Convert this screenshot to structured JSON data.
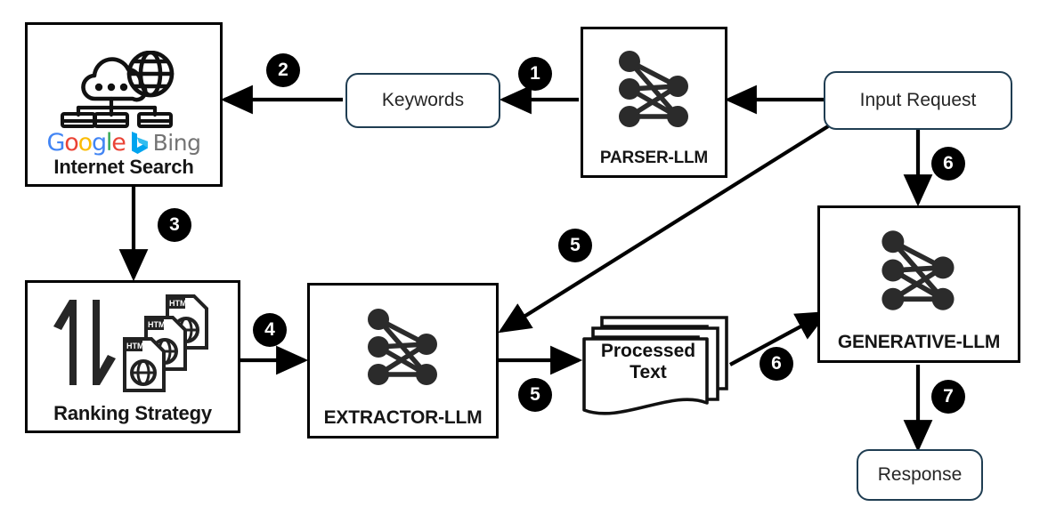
{
  "diagram": {
    "title": "LLM web-search pipeline flow diagram",
    "colors": {
      "stroke": "#000000",
      "rounded_border": "#1f3d52",
      "badge_fill": "#000000",
      "badge_text": "#ffffff",
      "background": "#ffffff"
    },
    "nodes": [
      {
        "id": "internet-search",
        "label": "Internet Search",
        "shape": "square",
        "icon": "cloud-network-icon"
      },
      {
        "id": "keywords",
        "label": "Keywords",
        "shape": "rounded"
      },
      {
        "id": "parser-llm",
        "label": "PARSER-LLM",
        "shape": "square",
        "icon": "neural-network-icon"
      },
      {
        "id": "input-request",
        "label": "Input Request",
        "shape": "rounded"
      },
      {
        "id": "ranking-strategy",
        "label": "Ranking Strategy",
        "shape": "square",
        "icon": "sort-documents-icon"
      },
      {
        "id": "extractor-llm",
        "label": "EXTRACTOR-LLM",
        "shape": "square",
        "icon": "neural-network-icon"
      },
      {
        "id": "processed-text",
        "label": "Processed Text",
        "label_line1": "Processed",
        "label_line2": "Text",
        "shape": "document-stack"
      },
      {
        "id": "generative-llm",
        "label": "GENERATIVE-LLM",
        "shape": "square",
        "icon": "neural-network-icon"
      },
      {
        "id": "response",
        "label": "Response",
        "shape": "rounded"
      }
    ],
    "brand_logos": {
      "google": {
        "name": "google-logo",
        "letters": [
          "G",
          "o",
          "o",
          "g",
          "l",
          "e"
        ],
        "letter_colors": [
          "#4285F4",
          "#EA4335",
          "#FBBC05",
          "#4285F4",
          "#34A853",
          "#EA4335"
        ]
      },
      "bing": {
        "name": "bing-logo",
        "text": "Bing",
        "text_color": "#747474",
        "mark_color": "#00A4EF"
      }
    },
    "step_badges": [
      {
        "n": "1",
        "from": "input-request",
        "to": "parser-llm"
      },
      {
        "n": "2",
        "from": "parser-llm",
        "to": "internet-search"
      },
      {
        "n": "3",
        "from": "internet-search",
        "to": "ranking-strategy"
      },
      {
        "n": "4",
        "from": "ranking-strategy",
        "to": "extractor-llm"
      },
      {
        "n": "5",
        "from": "input-request",
        "to": "extractor-llm"
      },
      {
        "n": "5",
        "from": "extractor-llm",
        "to": "processed-text"
      },
      {
        "n": "6",
        "from": "processed-text",
        "to": "generative-llm"
      },
      {
        "n": "6",
        "from": "input-request",
        "to": "generative-llm"
      },
      {
        "n": "7",
        "from": "generative-llm",
        "to": "response"
      }
    ],
    "edges": [
      {
        "from": "input-request",
        "to": "parser-llm",
        "step": "1"
      },
      {
        "from": "parser-llm",
        "to": "keywords",
        "step": "2"
      },
      {
        "from": "keywords",
        "to": "internet-search",
        "step": "2"
      },
      {
        "from": "internet-search",
        "to": "ranking-strategy",
        "step": "3"
      },
      {
        "from": "ranking-strategy",
        "to": "extractor-llm",
        "step": "4"
      },
      {
        "from": "input-request",
        "to": "extractor-llm",
        "step": "5"
      },
      {
        "from": "extractor-llm",
        "to": "processed-text",
        "step": "5"
      },
      {
        "from": "processed-text",
        "to": "generative-llm",
        "step": "6"
      },
      {
        "from": "input-request",
        "to": "generative-llm",
        "step": "6"
      },
      {
        "from": "generative-llm",
        "to": "response",
        "step": "7"
      }
    ]
  }
}
